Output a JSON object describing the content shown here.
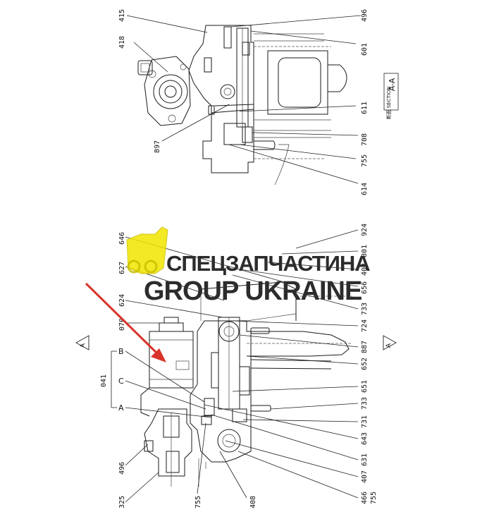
{
  "callouts_top": {
    "p415": "415",
    "p418": "418",
    "p897": "897",
    "p496": "496",
    "p601": "601",
    "p611": "611",
    "p708": "708",
    "p755": "755",
    "p614": "614"
  },
  "section_label": {
    "text": "A-A",
    "small": "断面 SECTION"
  },
  "callouts_bottom": {
    "p646": "646",
    "p627": "627",
    "p624": "624",
    "p070": "070",
    "p924": "924",
    "p801": "801",
    "p402": "402",
    "p656": "656",
    "p733a": "733",
    "p724": "724",
    "p887": "887",
    "p652": "652",
    "p651": "651",
    "p733b": "733",
    "p731": "731",
    "p643": "643",
    "p631": "631",
    "p407": "407",
    "p466": "466",
    "p755b": "755",
    "p408": "408",
    "p755c": "755",
    "p325": "325",
    "p496b": "496",
    "p041": "041"
  },
  "letters": {
    "a": "A",
    "b": "B",
    "c": "C",
    "marker_left": "A",
    "marker_right": "A"
  },
  "watermark": {
    "line1": "СПЕЦЗАПЧАСТИНА",
    "line2": "GROUP UKRAINE",
    "logo_color": "#f2e600"
  },
  "colors": {
    "arrow": "#d9342b",
    "ink": "#1a1a1a"
  },
  "icons": {
    "highlight_arrow": "red-arrow",
    "logo": "excavator-logo"
  }
}
